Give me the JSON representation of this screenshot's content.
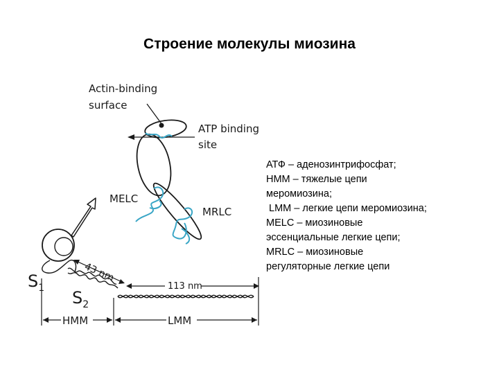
{
  "title": "Строение молекулы миозина",
  "diagram": {
    "label_actin_line1": "Actin-binding",
    "label_actin_line2": "surface",
    "label_atp_line1": "ATP binding",
    "label_atp_line2": "site",
    "label_melc": "MELC",
    "label_mrlc": "MRLC",
    "label_43nm": "43 nm",
    "label_113nm": "113 nm",
    "label_s1": "S",
    "label_s1_sub": "1",
    "label_s2": "S",
    "label_s2_sub": "2",
    "label_hmm": "HMM",
    "label_lmm": "LMM",
    "colors": {
      "light_chain": "#3aa6c6",
      "line": "#1a1a1a"
    }
  },
  "legend": [
    "АТФ – аденозинтрифосфат;",
    "HMM – тяжелые цепи",
    "меромиозина;",
    " LMM – легкие цепи меромиозина;",
    "MELC – миозиновые",
    "эссенциальные легкие цепи;",
    "MRLC – миозиновые",
    "регуляторные легкие цепи"
  ]
}
